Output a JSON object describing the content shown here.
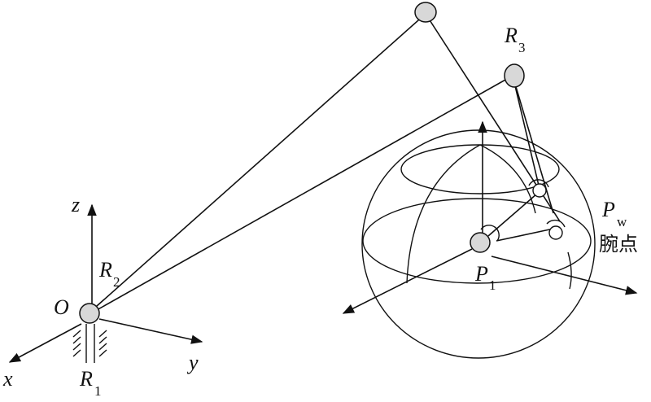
{
  "labels": {
    "axis_x": "x",
    "axis_y": "y",
    "axis_z": "z",
    "origin": "O",
    "r1_main": "R",
    "r1_sub": "1",
    "r2_main": "R",
    "r2_sub": "2",
    "r3_main": "R",
    "r3_sub": "3",
    "p1_main": "P",
    "p1_sub": "1",
    "pw_main": "P",
    "pw_sub": "w",
    "wrist_point": "腕点"
  }
}
